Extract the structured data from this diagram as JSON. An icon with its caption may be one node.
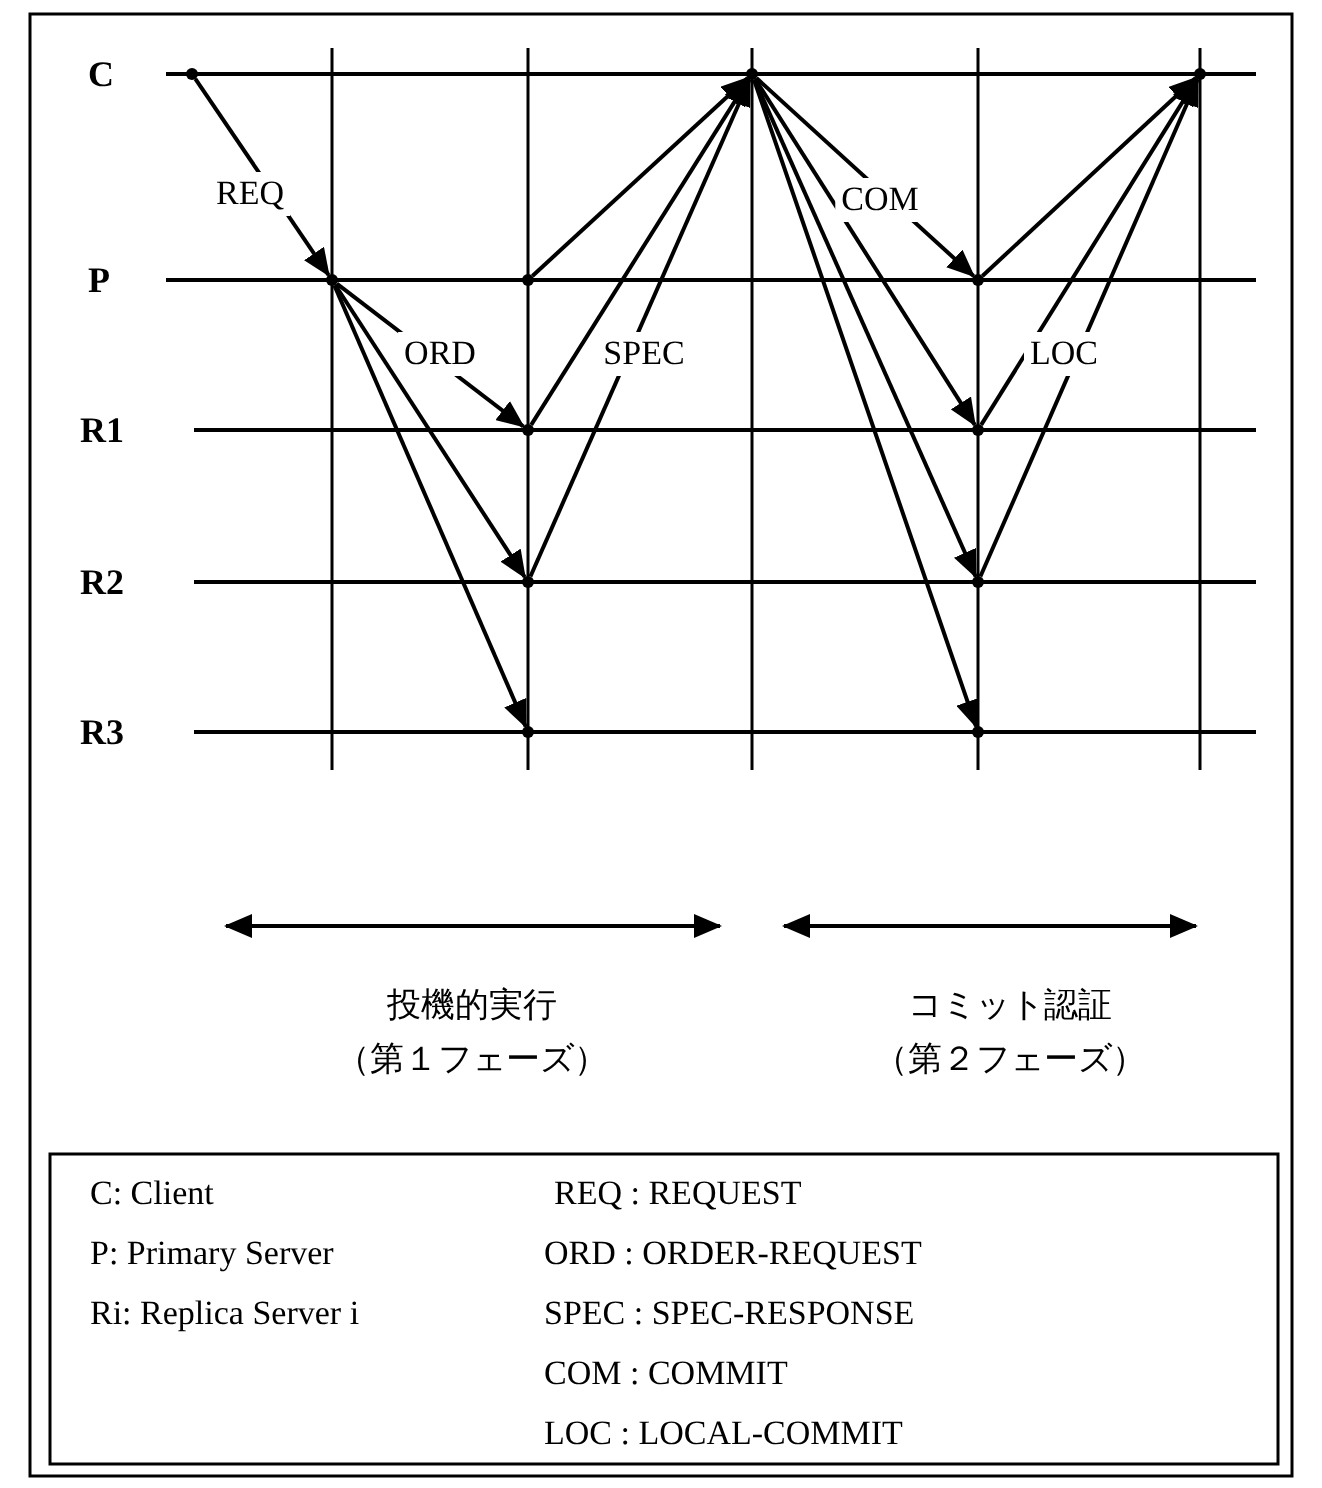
{
  "diagram": {
    "nodes": [
      {
        "text": [],
        "shape": "circle"
      },
      {
        "text": [],
        "shape": "circle"
      },
      {
        "text": [],
        "shape": "circle"
      },
      {
        "text": [],
        "shape": "circle"
      },
      {
        "text": [],
        "shape": "circle"
      },
      {
        "text": [],
        "shape": "circle"
      },
      {
        "text": [],
        "shape": "circle"
      },
      {
        "text": [],
        "shape": "circle"
      },
      {
        "text": [],
        "shape": "circle"
      },
      {
        "text": [],
        "shape": "circle"
      },
      {
        "text": [],
        "shape": "circle"
      },
      {
        "text": [],
        "shape": "circle"
      }
    ],
    "edges": [
      {
        "from": 0,
        "to": 1,
        "arrow": "to",
        "label": "REQ"
      },
      {
        "from": 1,
        "to": 3,
        "arrow": "to",
        "label": "ORD"
      },
      {
        "from": 1,
        "to": 4,
        "arrow": "to"
      },
      {
        "from": 1,
        "to": 5,
        "arrow": "to"
      },
      {
        "from": 2,
        "to": 6,
        "arrow": "to"
      },
      {
        "from": 3,
        "to": 6,
        "arrow": "to",
        "label": "SPEC"
      },
      {
        "from": 4,
        "to": 6,
        "arrow": "to"
      },
      {
        "from": 6,
        "to": 7,
        "arrow": "to",
        "label": "COM"
      },
      {
        "from": 6,
        "to": 8,
        "arrow": "to"
      },
      {
        "from": 6,
        "to": 9,
        "arrow": "to"
      },
      {
        "from": 6,
        "to": 10,
        "arrow": "to"
      },
      {
        "from": 7,
        "to": 11,
        "arrow": "to"
      },
      {
        "from": 8,
        "to": 11,
        "arrow": "to",
        "label": "LOC"
      },
      {
        "from": 9,
        "to": 11,
        "arrow": "to"
      }
    ],
    "labels": [
      "C",
      "P",
      "R1",
      "R2",
      "R3",
      "投機的実行",
      "（第１フェーズ）",
      "コミット認証",
      "（第２フェーズ）",
      "C: Client",
      "REQ : REQUEST",
      "P: Primary Server",
      "ORD : ORDER-REQUEST",
      "Ri: Replica Server i",
      "SPEC : SPEC-RESPONSE",
      "COM : COMMIT",
      "LOC : LOCAL-COMMIT"
    ]
  }
}
